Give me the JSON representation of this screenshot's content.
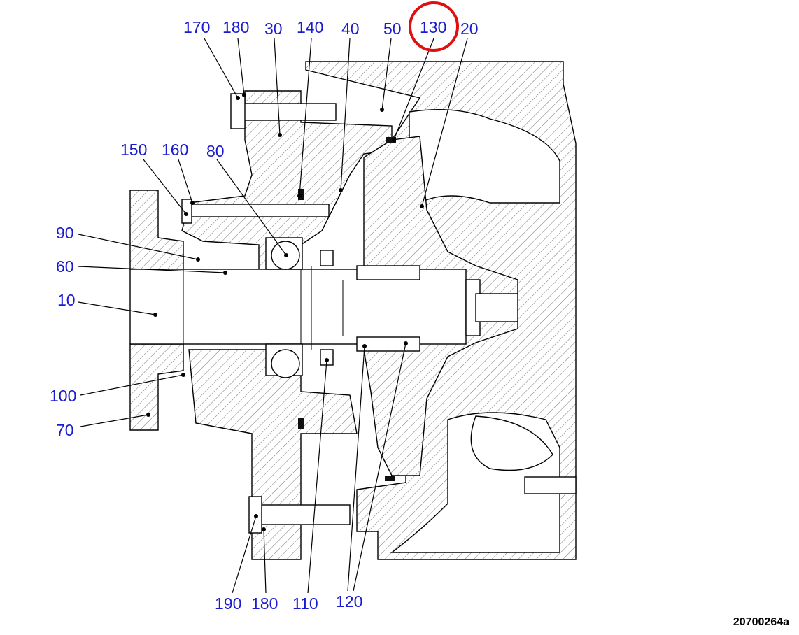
{
  "drawing_number": "20700264a",
  "highlighted_callout": "130",
  "highlight_color": "#e01010",
  "callout_color": "#1a1ad0",
  "callouts": {
    "c170": "170",
    "c180_top": "180",
    "c30": "30",
    "c140": "140",
    "c40": "40",
    "c50": "50",
    "c130": "130",
    "c20": "20",
    "c150": "150",
    "c160": "160",
    "c80": "80",
    "c90": "90",
    "c60": "60",
    "c10": "10",
    "c100": "100",
    "c70": "70",
    "c190": "190",
    "c180_bottom": "180",
    "c110": "110",
    "c120": "120"
  }
}
